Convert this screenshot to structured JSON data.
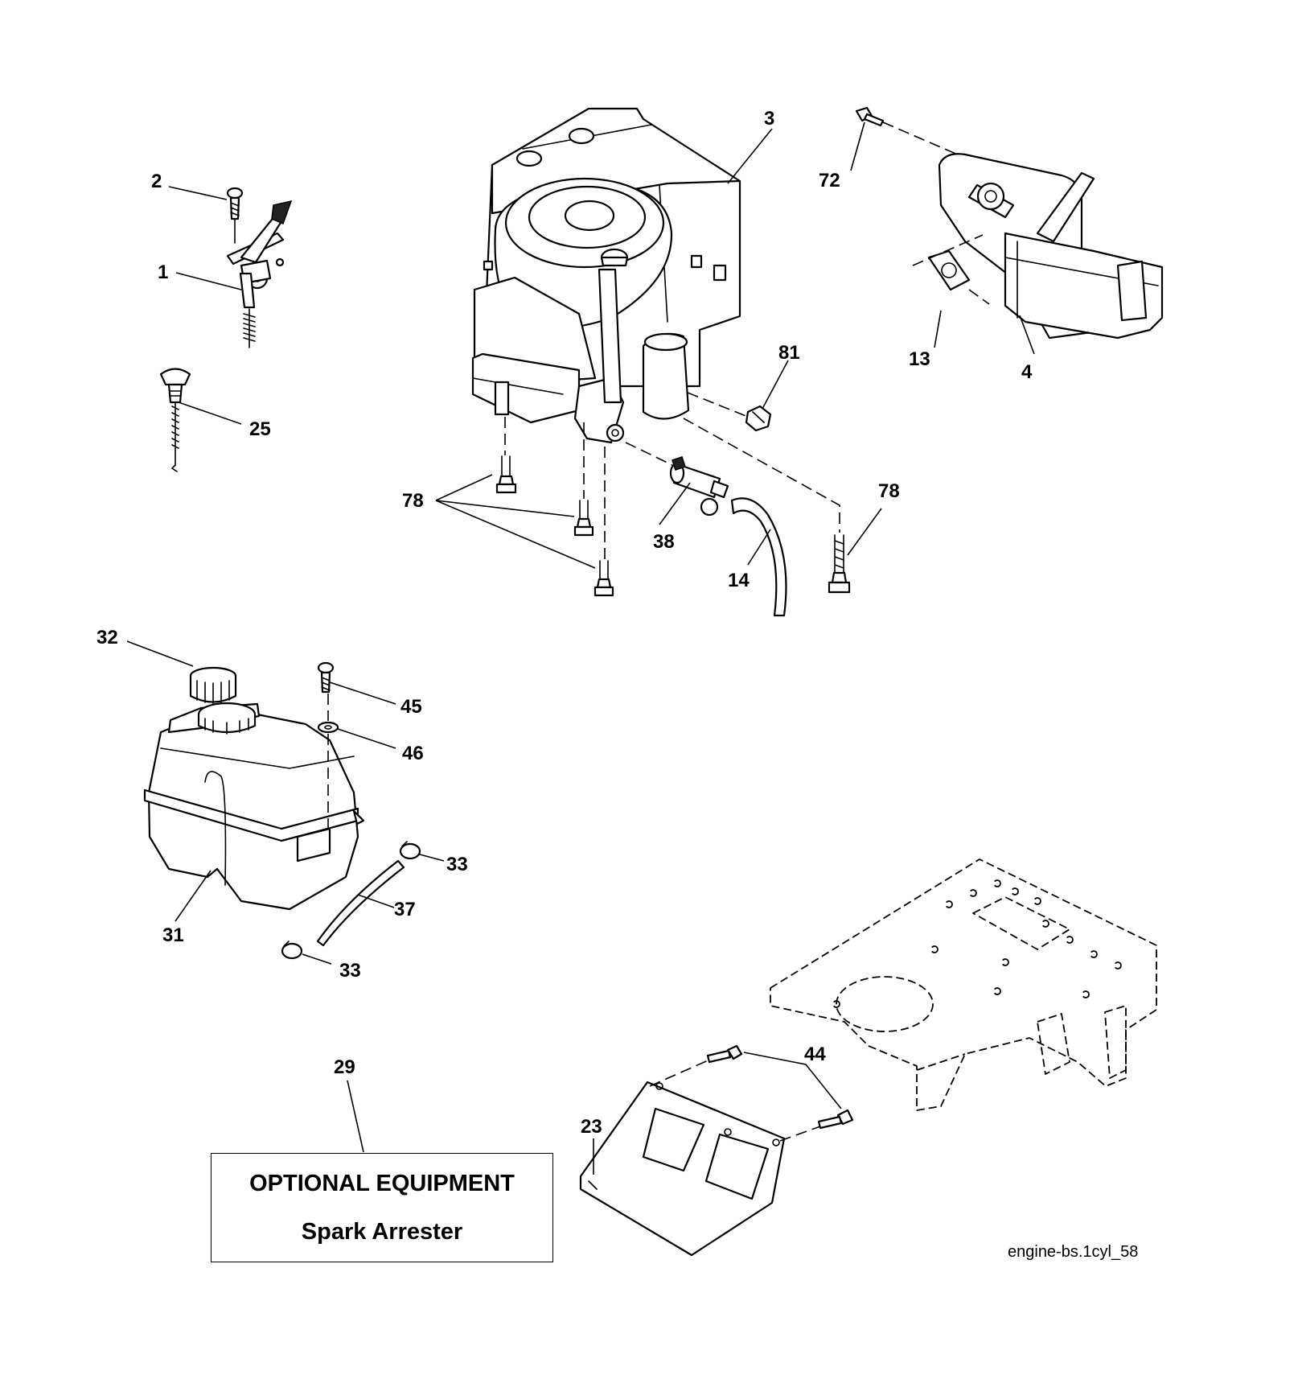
{
  "callouts": [
    {
      "id": "c1",
      "text": "1"
    },
    {
      "id": "c2",
      "text": "2"
    },
    {
      "id": "c3",
      "text": "3"
    },
    {
      "id": "c4",
      "text": "4"
    },
    {
      "id": "c13",
      "text": "13"
    },
    {
      "id": "c14",
      "text": "14"
    },
    {
      "id": "c23",
      "text": "23"
    },
    {
      "id": "c25",
      "text": "25"
    },
    {
      "id": "c29",
      "text": "29"
    },
    {
      "id": "c31",
      "text": "31"
    },
    {
      "id": "c32",
      "text": "32"
    },
    {
      "id": "c33a",
      "text": "33"
    },
    {
      "id": "c33b",
      "text": "33"
    },
    {
      "id": "c37",
      "text": "37"
    },
    {
      "id": "c38",
      "text": "38"
    },
    {
      "id": "c44",
      "text": "44"
    },
    {
      "id": "c45",
      "text": "45"
    },
    {
      "id": "c46",
      "text": "46"
    },
    {
      "id": "c72",
      "text": "72"
    },
    {
      "id": "c78a",
      "text": "78"
    },
    {
      "id": "c78b",
      "text": "78"
    },
    {
      "id": "c81",
      "text": "81"
    }
  ],
  "optional_box": {
    "line1": "OPTIONAL EQUIPMENT",
    "line2": "Spark Arrester"
  },
  "diagram_code": "engine-bs.1cyl_58"
}
